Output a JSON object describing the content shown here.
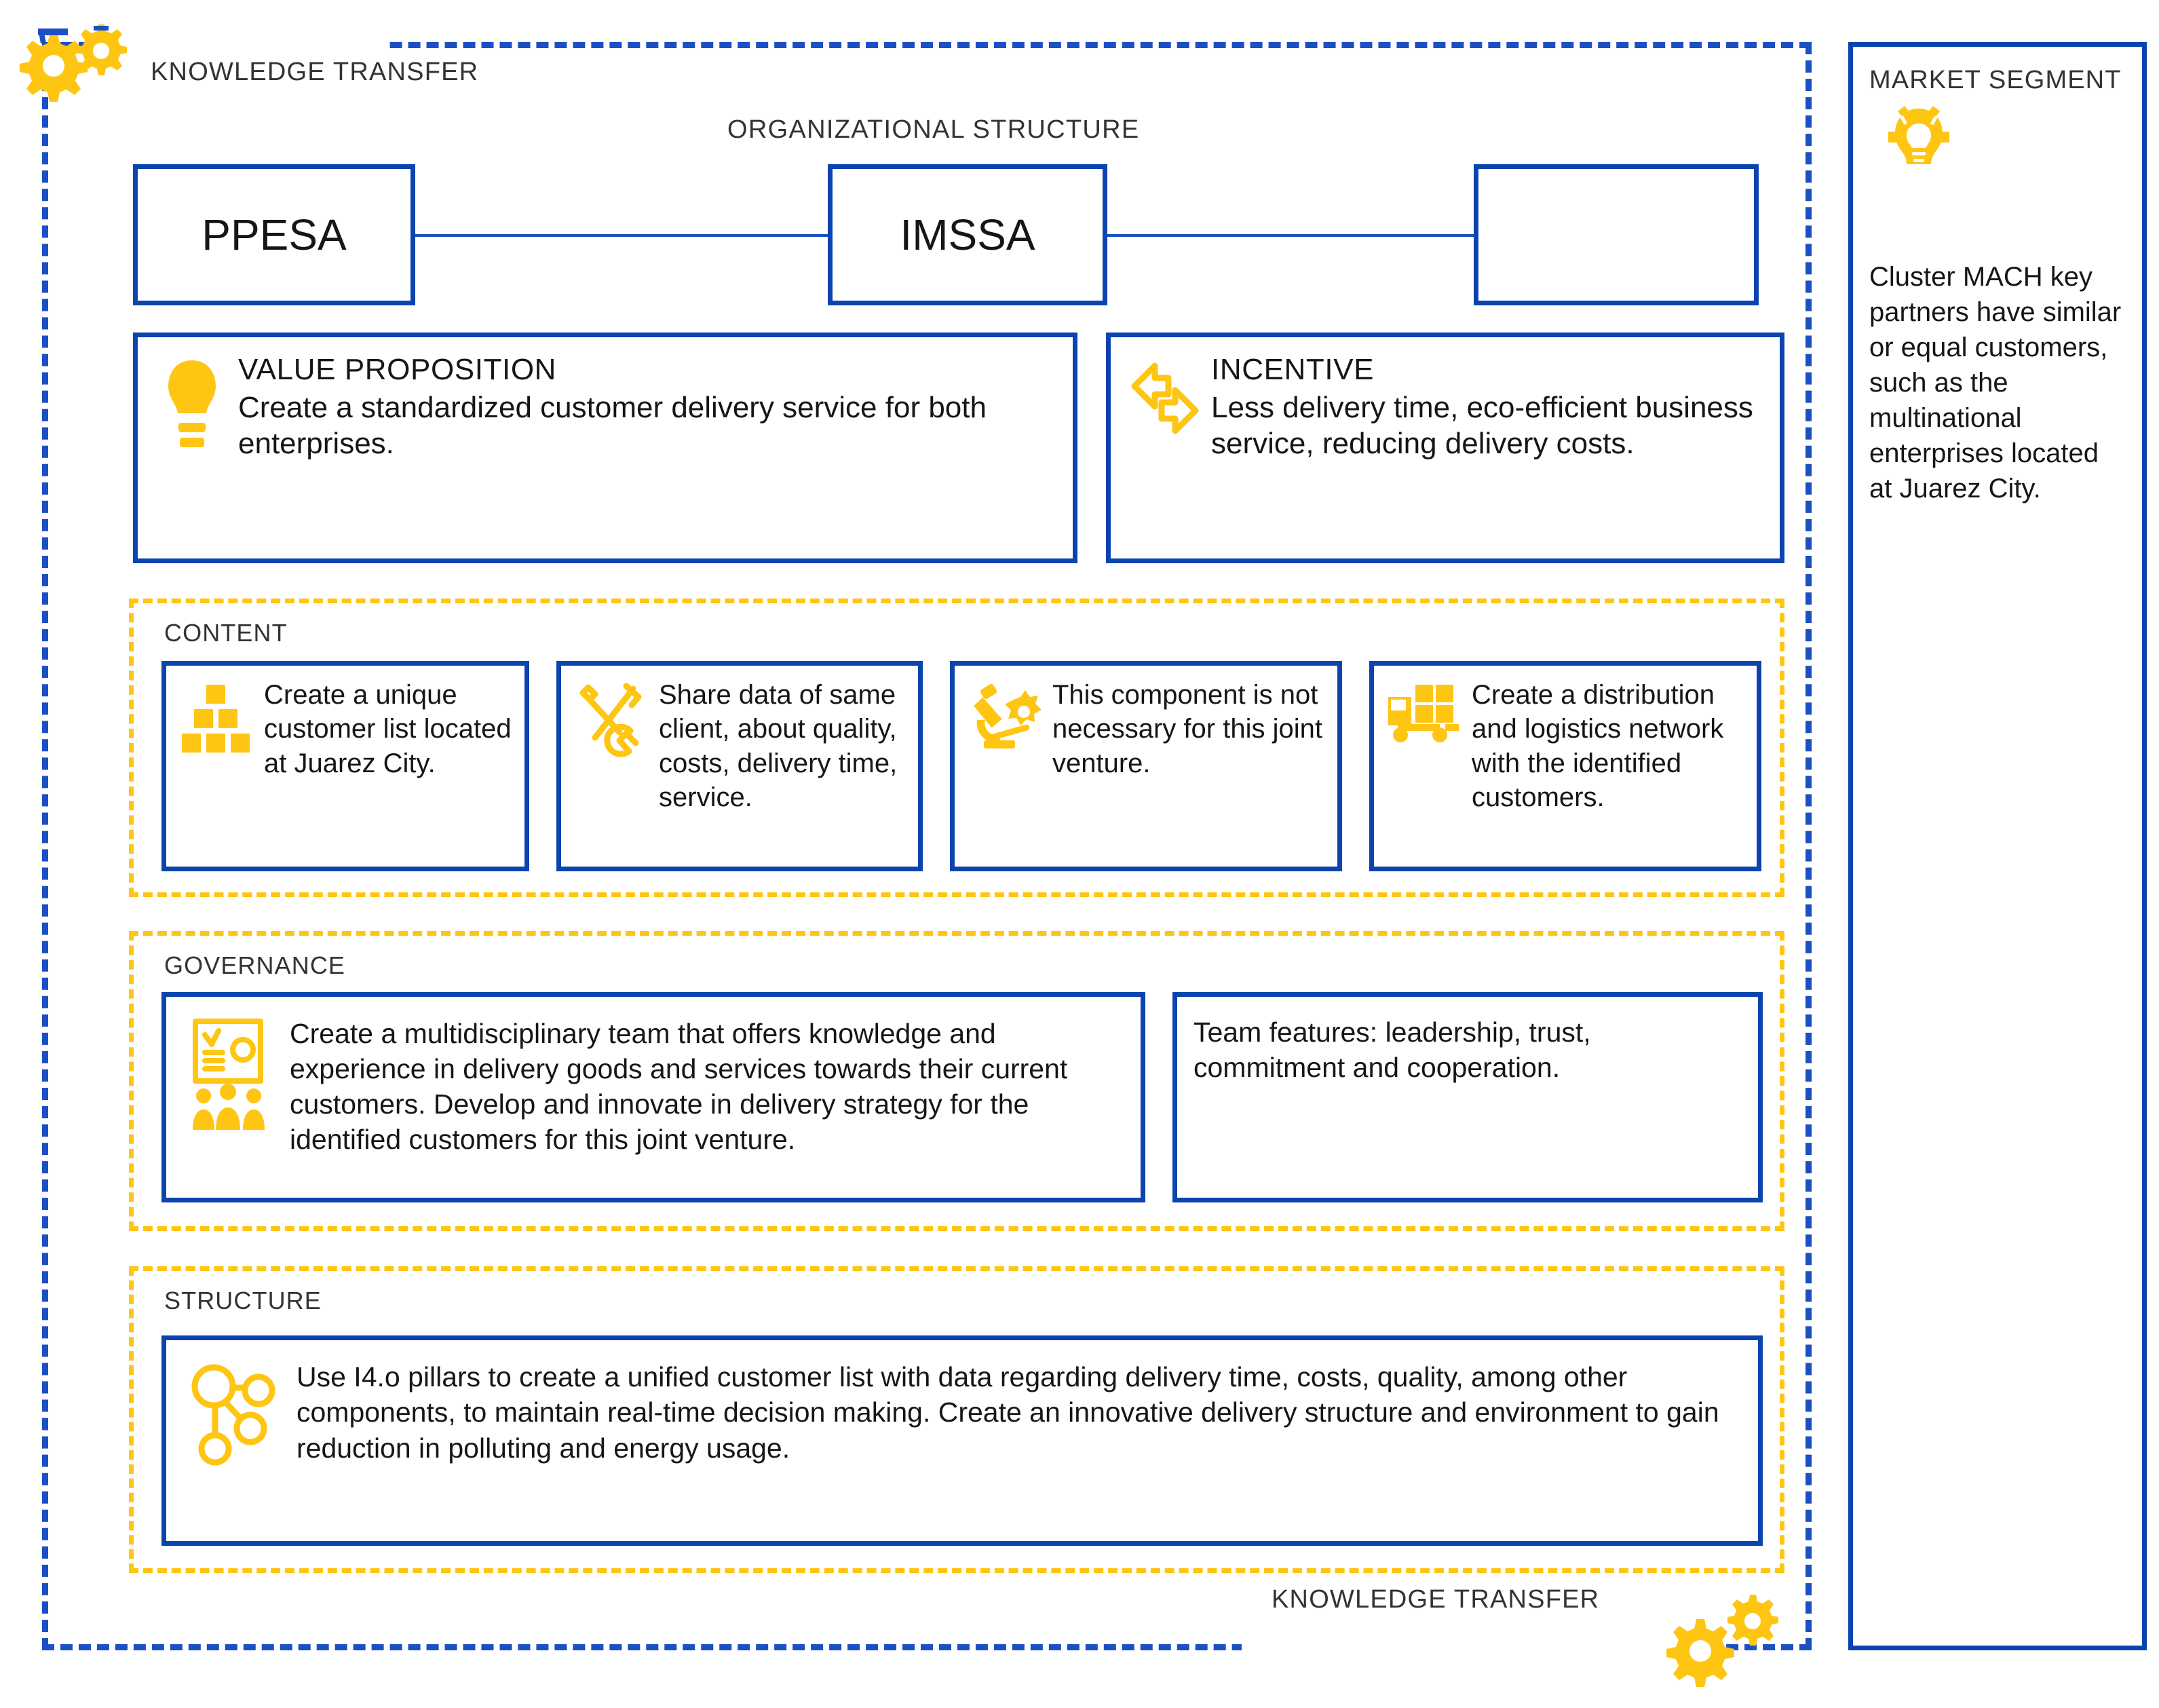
{
  "frame": {
    "top_label": "KNOWLEDGE TRANSFER",
    "bottom_label": "KNOWLEDGE TRANSFER",
    "gear_icon_top": "gears-icon",
    "gear_icon_bottom": "gears-icon"
  },
  "org": {
    "title": "ORGANIZATIONAL STRUCTURE",
    "nodes": [
      {
        "label": "PPESA"
      },
      {
        "label": "IMSSA"
      },
      {
        "label": ""
      }
    ]
  },
  "highlights": [
    {
      "icon": "lightbulb-icon",
      "title": "VALUE PROPOSITION",
      "body": "Create a standardized customer delivery service for both enterprises."
    },
    {
      "icon": "exchange-arrows-icon",
      "title": "INCENTIVE",
      "body": "Less delivery time, eco-efficient business service, reducing delivery costs."
    }
  ],
  "sections": {
    "content": {
      "label": "CONTENT",
      "cards": [
        {
          "icon": "blocks-icon",
          "text": "Create a unique customer list located at Juarez City."
        },
        {
          "icon": "tools-icon",
          "text": "Share data of same client, about quality, costs, delivery time, service."
        },
        {
          "icon": "microscope-icon",
          "text": "This component is not necessary for this joint venture."
        },
        {
          "icon": "truck-icon",
          "text": "Create a distribution and logistics network with the identified customers."
        }
      ]
    },
    "governance": {
      "label": "GOVERNANCE",
      "cards": [
        {
          "icon": "team-report-icon",
          "text": "Create a multidisciplinary team that offers knowledge and experience in delivery goods and services towards their current customers. Develop and innovate in delivery strategy for the identified customers for this joint venture."
        },
        {
          "icon": "",
          "text": "Team features: leadership, trust, commitment and cooperation."
        }
      ]
    },
    "structure": {
      "label": "STRUCTURE",
      "cards": [
        {
          "icon": "network-nodes-icon",
          "text": "Use I4.o pillars to create a unified customer list with data regarding delivery time, costs, quality, among other components, to maintain real-time decision making. Create an innovative delivery structure and environment to gain reduction in polluting and energy usage."
        }
      ]
    }
  },
  "market_segment": {
    "title": "MARKET SEGMENT",
    "icon": "lightbulb-idea-icon",
    "body": "Cluster MACH key partners have similar or equal customers, such as the multinational enterprises located at Juarez City."
  },
  "colors": {
    "blue": "#0B44AE",
    "blue_dash": "#1B4FC4",
    "yellow": "#FFC513",
    "text": "#161616",
    "label_gray": "#333333"
  }
}
